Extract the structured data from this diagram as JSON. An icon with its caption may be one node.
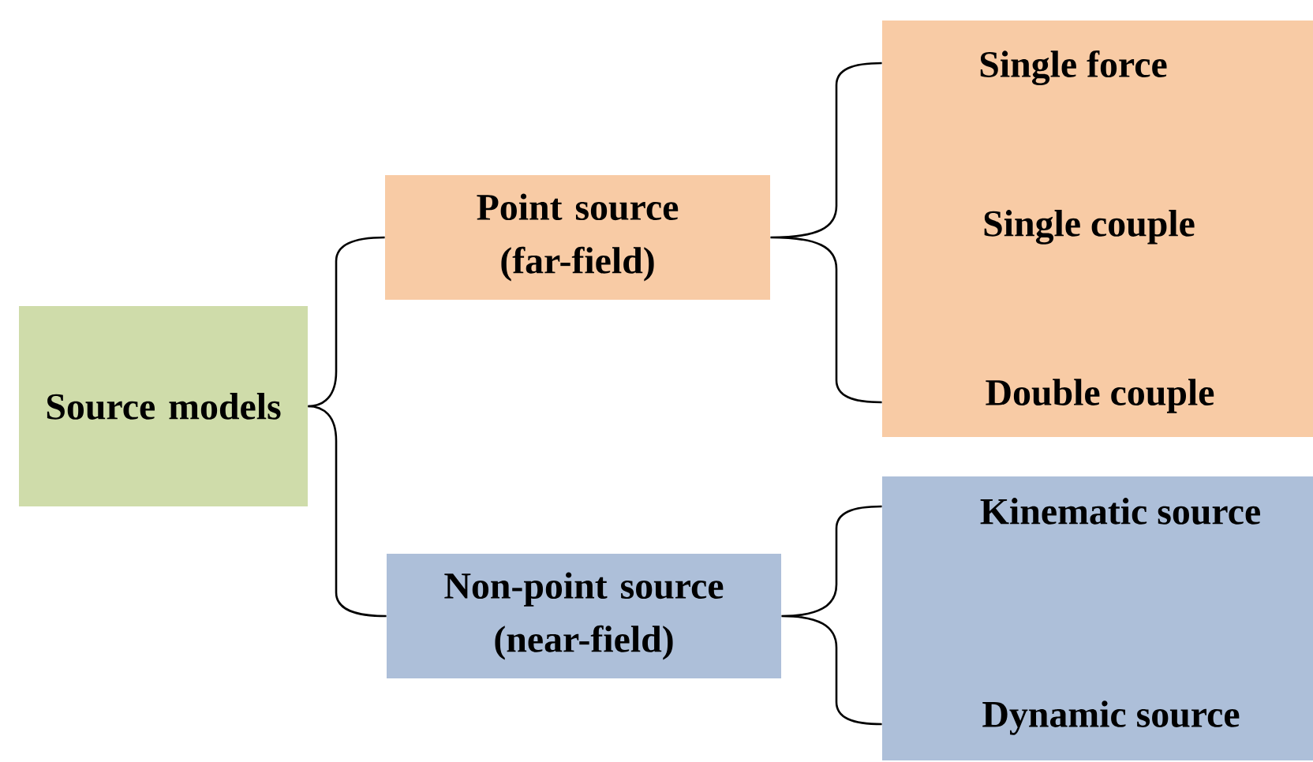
{
  "diagram": {
    "nodes": [
      {
        "text": [
          "Source models"
        ]
      },
      {
        "text": [
          "Point source (far-field)"
        ]
      },
      {
        "text": [
          "Non-point source (near-field)"
        ]
      },
      {
        "text": [
          "Single force",
          "Single couple",
          "Double couple"
        ]
      },
      {
        "text": [
          "Kinematic source",
          "Dynamic source"
        ]
      }
    ],
    "edges": [
      {
        "from": 0,
        "to": 1,
        "arrow": "none"
      },
      {
        "from": 0,
        "to": 2,
        "arrow": "none"
      },
      {
        "from": 1,
        "to": 3,
        "arrow": "none"
      },
      {
        "from": 2,
        "to": 4,
        "arrow": "none"
      }
    ]
  }
}
